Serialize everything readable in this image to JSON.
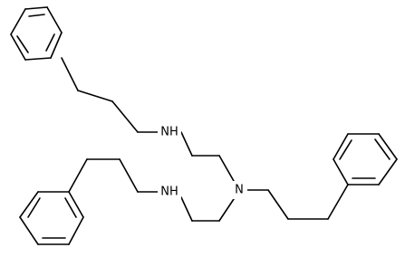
{
  "diagram": {
    "atom_labels": [
      {
        "id": "n1",
        "text": "N"
      },
      {
        "id": "n2",
        "text": "NH"
      },
      {
        "id": "n3",
        "text": "NH"
      }
    ],
    "colors": {
      "bond": "#000000",
      "label": "#000000",
      "background": "#ffffff"
    }
  }
}
